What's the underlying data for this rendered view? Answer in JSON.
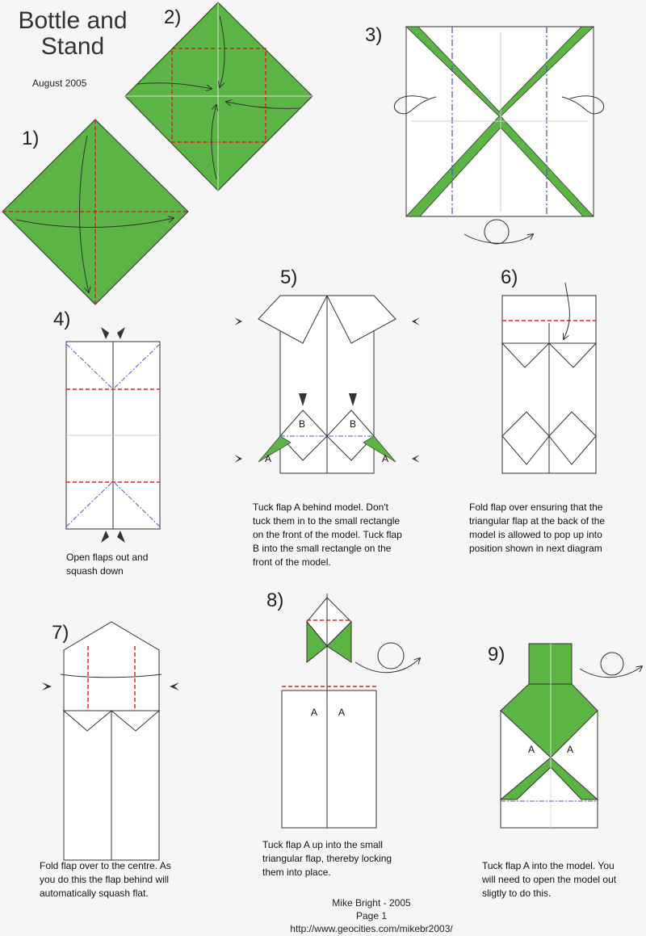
{
  "header": {
    "title_line1": "Bottle and",
    "title_line2": "Stand",
    "date": "August 2005"
  },
  "colors": {
    "paper_green": "#5cb445",
    "valley_fold": "#dd2222",
    "mountain_fold": "#5555bb",
    "line": "#333333"
  },
  "steps": [
    {
      "number": "1)"
    },
    {
      "number": "2)"
    },
    {
      "number": "3)"
    },
    {
      "number": "4)",
      "caption": [
        "Open flaps out and",
        "squash down"
      ]
    },
    {
      "number": "5)",
      "caption": [
        "Tuck flap A behind model. Don't",
        "tuck them in to the small rectangle",
        "on the front of the model. Tuck flap",
        "B into the small rectangle on the",
        "front of the model."
      ],
      "flap_labels": [
        "A",
        "B",
        "B",
        "A"
      ]
    },
    {
      "number": "6)",
      "caption": [
        "Fold flap over ensuring that the",
        "triangular flap at the back of the",
        "model is allowed to pop up into",
        "position shown in next diagram"
      ]
    },
    {
      "number": "7)",
      "caption": [
        "Fold flap over to the centre.  As",
        "you do this the flap behind will",
        "automatically squash flat."
      ]
    },
    {
      "number": "8)",
      "caption": [
        "Tuck flap A up into the small",
        "triangular flap, thereby locking",
        "them into place."
      ],
      "flap_labels": [
        "A",
        "A"
      ]
    },
    {
      "number": "9)",
      "caption": [
        "Tuck flap A into the model. You",
        "will need to open the model out",
        "sligtly to do this."
      ],
      "flap_labels": [
        "A",
        "A"
      ]
    }
  ],
  "footer": {
    "author": "Mike Bright - 2005",
    "page": "Page 1",
    "url": "http://www.geocities.com/mikebr2003/"
  }
}
